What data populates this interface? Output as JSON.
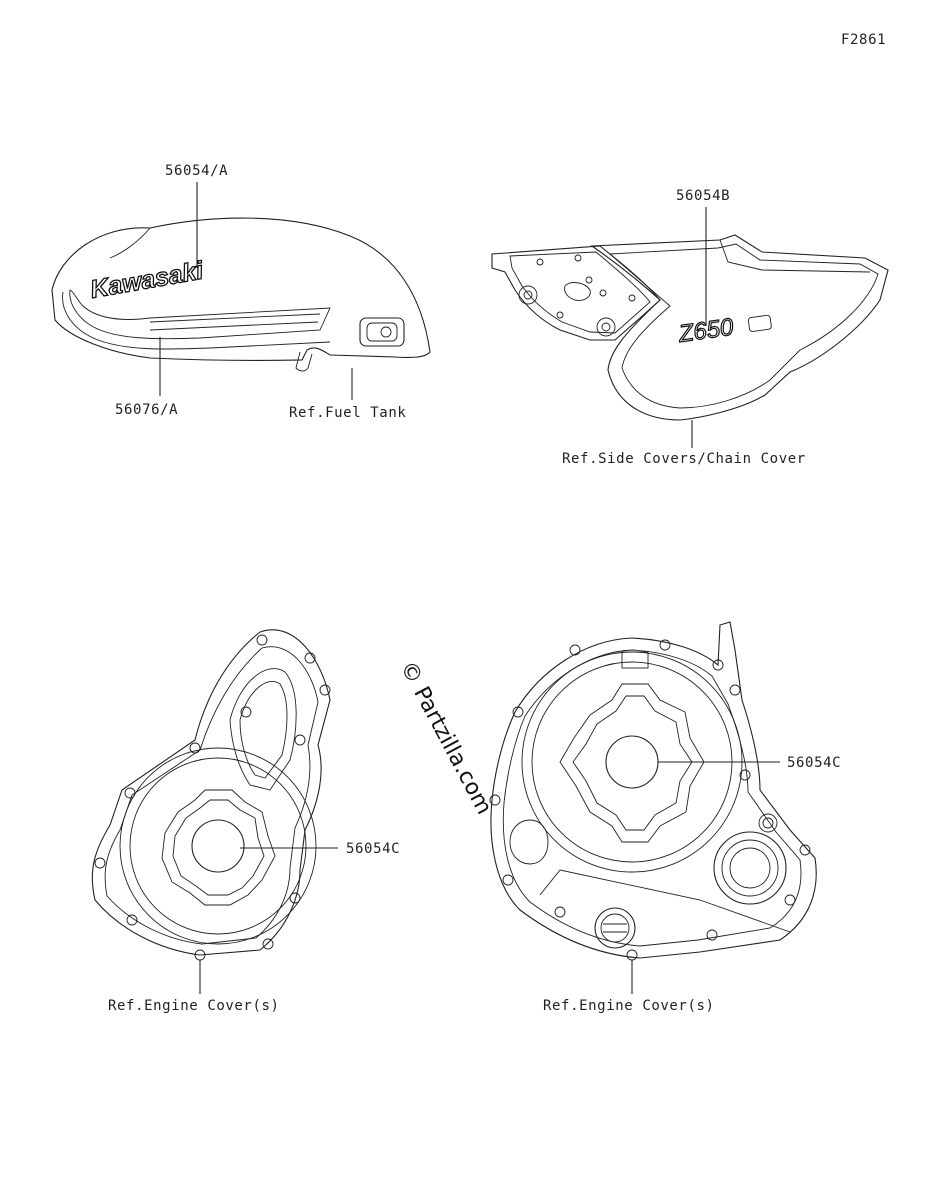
{
  "diagram_id": "F2861",
  "watermark": "© Partzilla.com",
  "decals": {
    "tank_logo": "Kawasaki",
    "side_model": "Z650"
  },
  "callouts": {
    "tank_emblem": "56054/A",
    "tank_stripe": "56076/A",
    "ref_fuel_tank": "Ref.Fuel Tank",
    "side_cover_mark": "56054B",
    "ref_side_covers": "Ref.Side Covers/Chain Cover",
    "left_cover_mark": "56054C",
    "ref_left_engine_cover": "Ref.Engine Cover(s)",
    "right_cover_mark": "56054C",
    "ref_right_engine_cover": "Ref.Engine Cover(s)"
  }
}
